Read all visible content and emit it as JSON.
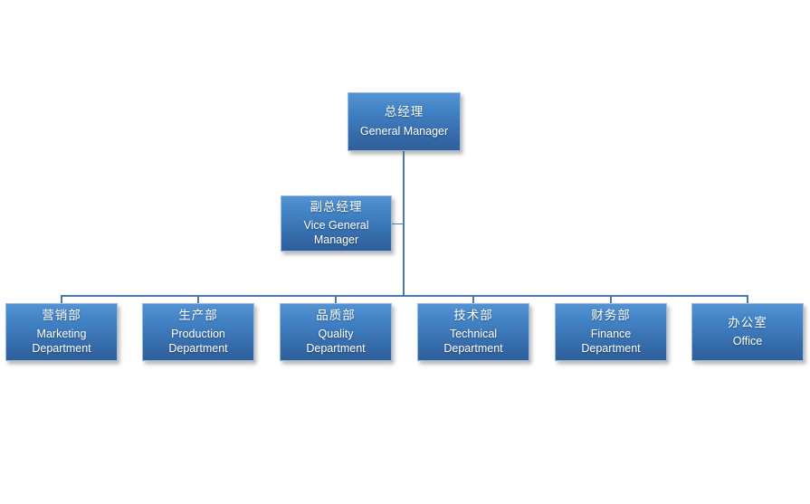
{
  "org": {
    "root": {
      "zh": "总经理",
      "en": "General Manager"
    },
    "vice": {
      "zh": "副总经理",
      "en": "Vice General Manager"
    },
    "departments": [
      {
        "zh": "营销部",
        "en": "Marketing Department"
      },
      {
        "zh": "生产部",
        "en": "Production Department"
      },
      {
        "zh": "品质部",
        "en": "Quality Department"
      },
      {
        "zh": "技术部",
        "en": "Technical Department"
      },
      {
        "zh": "财务部",
        "en": "Finance Department"
      },
      {
        "zh": "办公室",
        "en": "Office"
      }
    ],
    "colors": {
      "box_gradient_top": "#5493d2",
      "box_gradient_bottom": "#2e5f9a",
      "box_border": "#9db9dd",
      "connector": "#4a7aad",
      "text": "#ffffff",
      "background": "#ffffff"
    }
  }
}
